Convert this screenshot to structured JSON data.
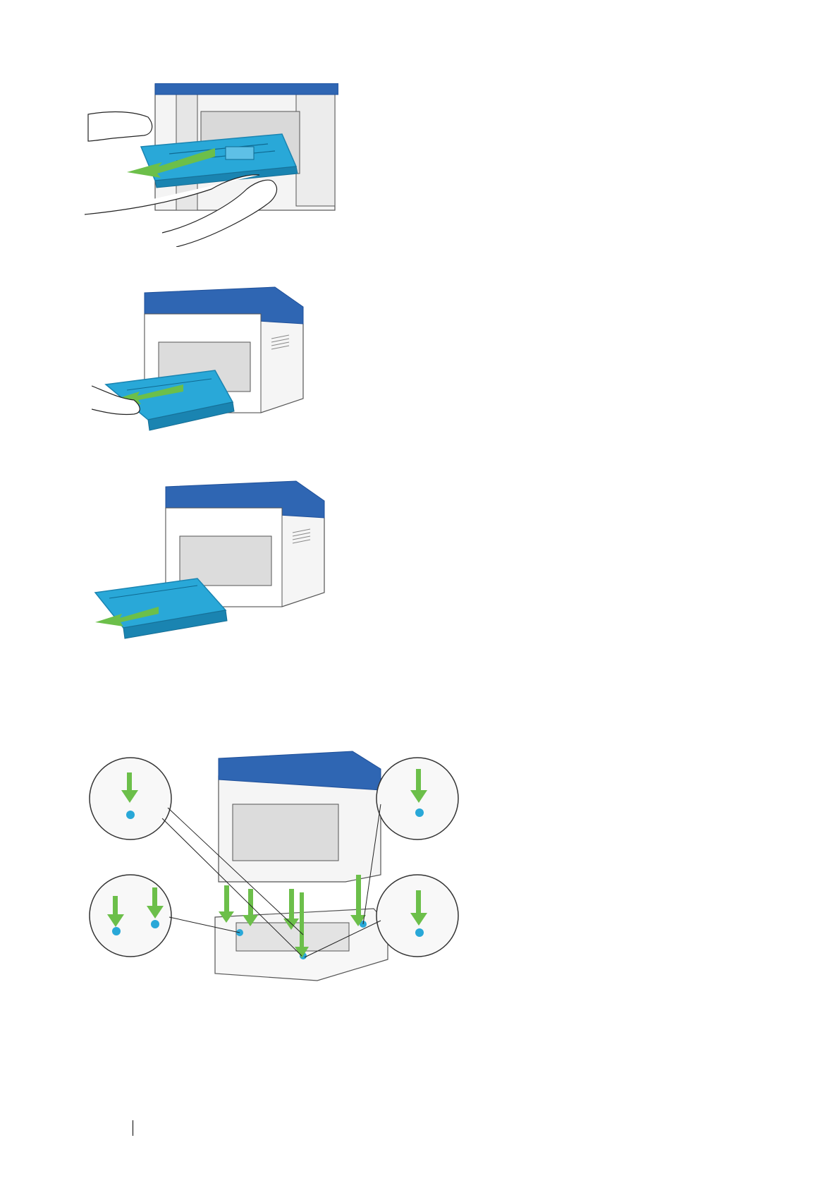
{
  "document": {
    "figures": [
      {
        "id": "figure-1",
        "description_visible": false
      },
      {
        "id": "figure-2",
        "description_visible": false
      },
      {
        "id": "figure-3",
        "description_visible": false
      },
      {
        "id": "figure-4",
        "description_visible": false
      }
    ]
  },
  "colors": {
    "printer_blue": "#2f66b3",
    "printer_blue_dark": "#1e4f99",
    "tray_cyan": "#29a8d8",
    "tray_cyan_dark": "#1a84b1",
    "arrow_green": "#6cbf4a",
    "line_gray": "#444444",
    "body_gray": "#f3f3f3"
  }
}
